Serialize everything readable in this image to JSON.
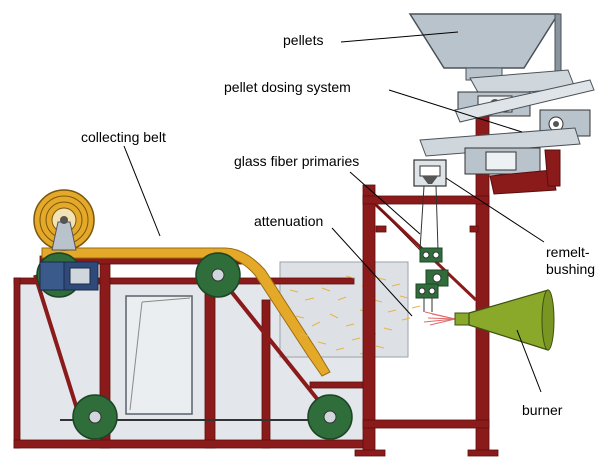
{
  "labels": {
    "pellets": "pellets",
    "pellet_dosing_system": "pellet dosing system",
    "collecting_belt": "collecting belt",
    "glass_fiber_primaries": "glass fiber primaries",
    "attenuation": "attenuation",
    "remelt_bushing": "remelt-\nbushing",
    "burner": "burner"
  },
  "colors": {
    "frame": "#8b1a1a",
    "frame_dark": "#5a0e0e",
    "panel": "#e3e6ea",
    "panel_edge": "#9aa2aa",
    "belt": "#e5a92a",
    "roller": "#2f6e3a",
    "burner": "#8aa82a",
    "hopper": "#b9c3cc",
    "leader": "#000000"
  }
}
